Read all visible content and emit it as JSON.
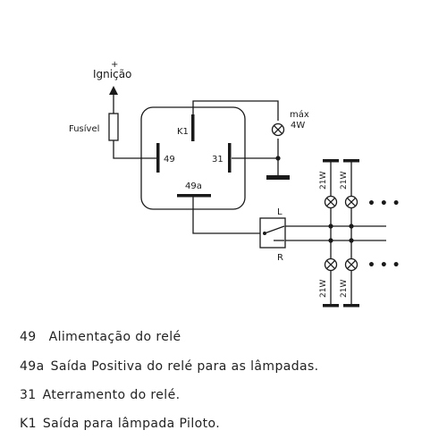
{
  "diagram": {
    "ignition_plus": "+",
    "ignition_label": "Ignição",
    "fuse_label": "Fusível",
    "relay_k1": "K1",
    "terminal_49": "49",
    "terminal_31": "31",
    "terminal_49a": "49a",
    "pilot_max": "máx",
    "pilot_watts": "4W",
    "switch_left": "L",
    "switch_right": "R",
    "lamp_rating": "21W",
    "ellipsis": "• • •"
  },
  "legend": [
    {
      "code": "49",
      "text": "Alimentação do relé"
    },
    {
      "code": "49a",
      "text": "Saída Positiva do relé para as lâmpadas."
    },
    {
      "code": "31",
      "text": "Aterramento do relé."
    },
    {
      "code": "K1",
      "text": "Saída para lâmpada Piloto."
    }
  ]
}
